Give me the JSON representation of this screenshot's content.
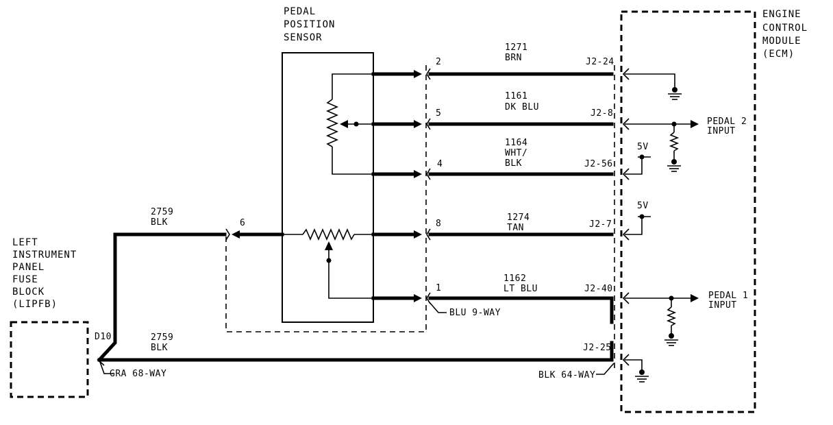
{
  "components": {
    "pedal_sensor": [
      "PEDAL",
      "POSITION",
      "SENSOR"
    ],
    "ecm": [
      "ENGINE",
      "CONTROL",
      "MODULE",
      "(ECM)"
    ],
    "lipfb": [
      "LEFT",
      "INSTRUMENT",
      "PANEL",
      "FUSE",
      "BLOCK",
      "(LIPFB)"
    ]
  },
  "wires": [
    {
      "pin": "2",
      "circuit": "1271",
      "color": [
        "BRN"
      ],
      "ecm_pin": "J2-24"
    },
    {
      "pin": "5",
      "circuit": "1161",
      "color": [
        "DK BLU"
      ],
      "ecm_pin": "J2-8"
    },
    {
      "pin": "4",
      "circuit": "1164",
      "color": [
        "WHT/",
        "BLK"
      ],
      "ecm_pin": "J2-56"
    },
    {
      "pin": "8",
      "circuit": "1274",
      "color": [
        "TAN"
      ],
      "ecm_pin": "J2-7"
    },
    {
      "pin": "1",
      "circuit": "1162",
      "color": [
        "LT BLU"
      ],
      "ecm_pin": "J2-40"
    }
  ],
  "ground_wire_upper": {
    "pin": "6",
    "circuit": "2759",
    "color": "BLK"
  },
  "ground_wire_lower": {
    "pin": "D10",
    "circuit": "2759",
    "color": "BLK",
    "ecm_pin": "J2-25"
  },
  "connectors": {
    "sensor": "BLU 9-WAY",
    "lipfb": "GRA 68-WAY",
    "ecm": "BLK 64-WAY"
  },
  "ecm_labels": {
    "pedal2": [
      "PEDAL 2",
      "INPUT"
    ],
    "pedal1": [
      "PEDAL 1",
      "INPUT"
    ],
    "ref_upper": "5V",
    "ref_lower": "5V"
  }
}
